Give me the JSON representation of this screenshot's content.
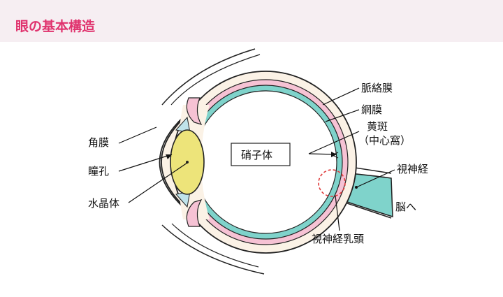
{
  "title": "眼の基本構造",
  "labels": {
    "choroid": "脈絡膜",
    "retina": "網膜",
    "macula": "黄斑",
    "fovea": "（中心窩）",
    "vitreous": "硝子体",
    "optic_nerve": "視神経",
    "to_brain": "脳へ",
    "optic_disc": "視神経乳頭",
    "cornea": "角膜",
    "pupil": "瞳孔",
    "lens": "水晶体"
  },
  "colors": {
    "title": "#e0336e",
    "header_bg": "#f6eef2",
    "sclera": "#fbf2e6",
    "choroid": "#f6c2d4",
    "retina": "#7fd3cb",
    "lens": "#ede47a",
    "outline": "#222222",
    "disc_marker": "#e03a3a",
    "zonule": "#bfe3ea"
  }
}
